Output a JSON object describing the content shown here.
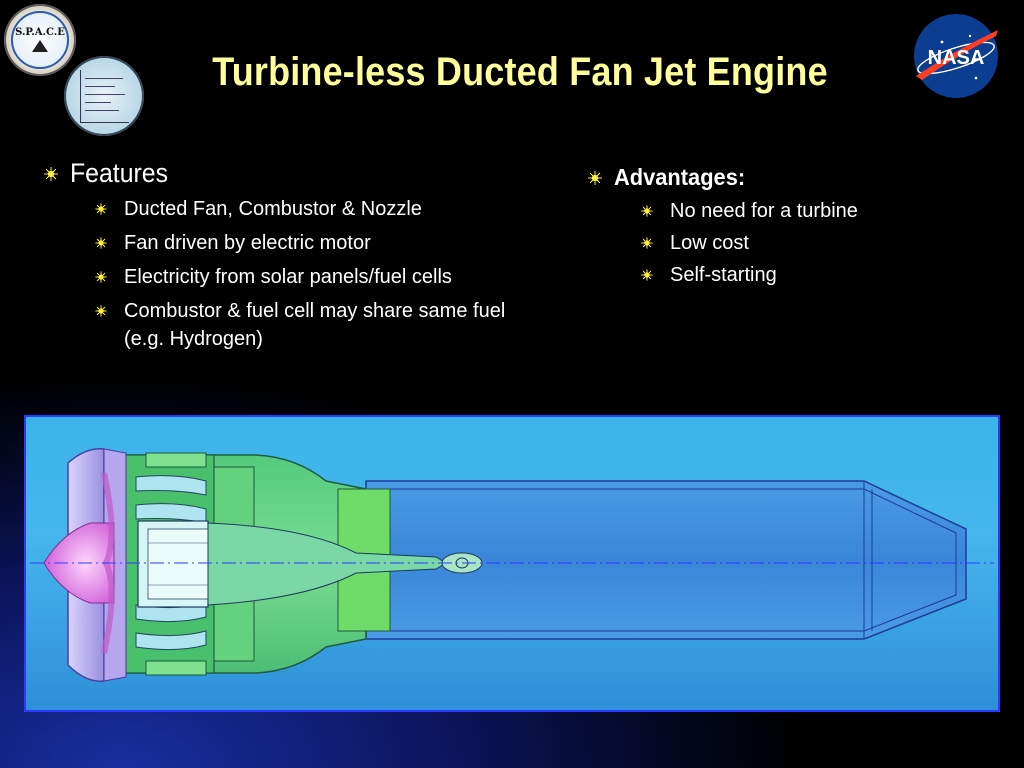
{
  "slide": {
    "title": "Turbine-less Ducted Fan Jet Engine",
    "logos": {
      "left_top": {
        "icon": "space-logo",
        "text": "S.P.A.C.E"
      },
      "left_second": {
        "icon": "research-lab-logo"
      },
      "right": {
        "icon": "nasa-logo",
        "text": "NASA"
      }
    },
    "features": {
      "heading": "Features",
      "items": [
        "Ducted Fan, Combustor & Nozzle",
        "Fan driven by electric motor",
        "Electricity from solar panels/fuel cells",
        "Combustor & fuel cell may share same fuel (e.g. Hydrogen)"
      ]
    },
    "advantages": {
      "heading": "Advantages:",
      "items": [
        "No need for a turbine",
        "Low cost",
        "Self-starting"
      ]
    },
    "diagram": {
      "icon": "ducted-fan-engine-cutaway",
      "colors": {
        "background": "#3bb4ea",
        "inlet": "#c9b6f2",
        "spinner": "#ee88ee",
        "fan_section": "#5fd07a",
        "combustor": "#66d966",
        "duct": "#3a8ee0",
        "centerline": "#2a3aff"
      }
    }
  }
}
